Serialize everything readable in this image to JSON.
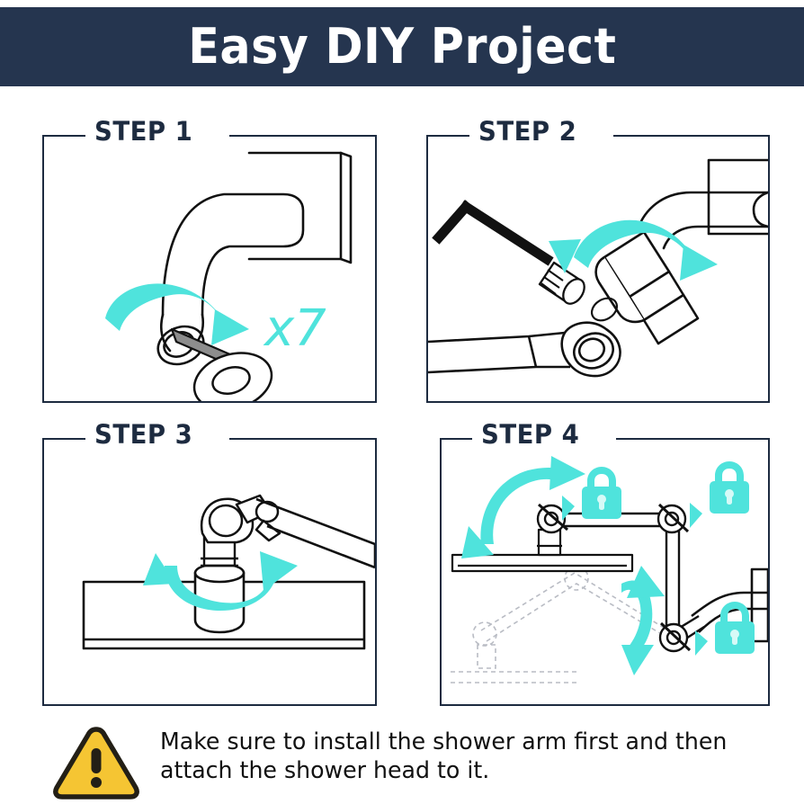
{
  "header": {
    "title": "Easy DIY Project",
    "background_color": "#25354f",
    "text_color": "#ffffff"
  },
  "theme": {
    "accent_cyan": "#4fe3dc",
    "line_dark": "#1d2b40",
    "outline_black": "#111111",
    "warning_yellow": "#f5c533",
    "warning_outline": "#231f16",
    "gasket_grey": "#8d8d8d"
  },
  "steps": [
    {
      "id": "step-1",
      "label": "STEP 1",
      "annotation": "x7",
      "annotation_color": "#4fe3dc",
      "illustration": "shower-arm-threaded-into-wall-flange-rotate-seven-turns",
      "parts": [
        "wall-flange",
        "curved-shower-arm",
        "threaded-pipe-end",
        "rubber-washer",
        "rotation-arrow"
      ]
    },
    {
      "id": "step-2",
      "label": "STEP 2",
      "annotation": "",
      "annotation_color": "#4fe3dc",
      "illustration": "tighten-set-screw-on-swivel-connector-with-hex-key",
      "parts": [
        "hex-key",
        "set-screw",
        "swivel-connector",
        "shower-arm",
        "wall-flange",
        "rotation-arrow"
      ]
    },
    {
      "id": "step-3",
      "label": "STEP 3",
      "annotation": "",
      "annotation_color": "#4fe3dc",
      "illustration": "screw-shower-head-onto-mount-cylinder-through-panel",
      "parts": [
        "ceiling-panel",
        "mount-cylinder",
        "shower-head-joint",
        "extension-arm",
        "rotation-arrow"
      ]
    },
    {
      "id": "step-4",
      "label": "STEP 4",
      "annotation": "",
      "annotation_color": "#4fe3dc",
      "illustration": "adjust-articulating-arm-and-lock-three-joints",
      "lock_count": 3,
      "parts": [
        "articulating-arm",
        "three-pivot-joints",
        "lock-icon",
        "wall-mounted-shower-arm",
        "ghost-alternate-position",
        "adjust-arrows"
      ]
    }
  ],
  "footer": {
    "warning_text": "Make sure to install the shower arm first and then attach the shower head to it.",
    "icon": "warning-triangle-exclamation"
  }
}
